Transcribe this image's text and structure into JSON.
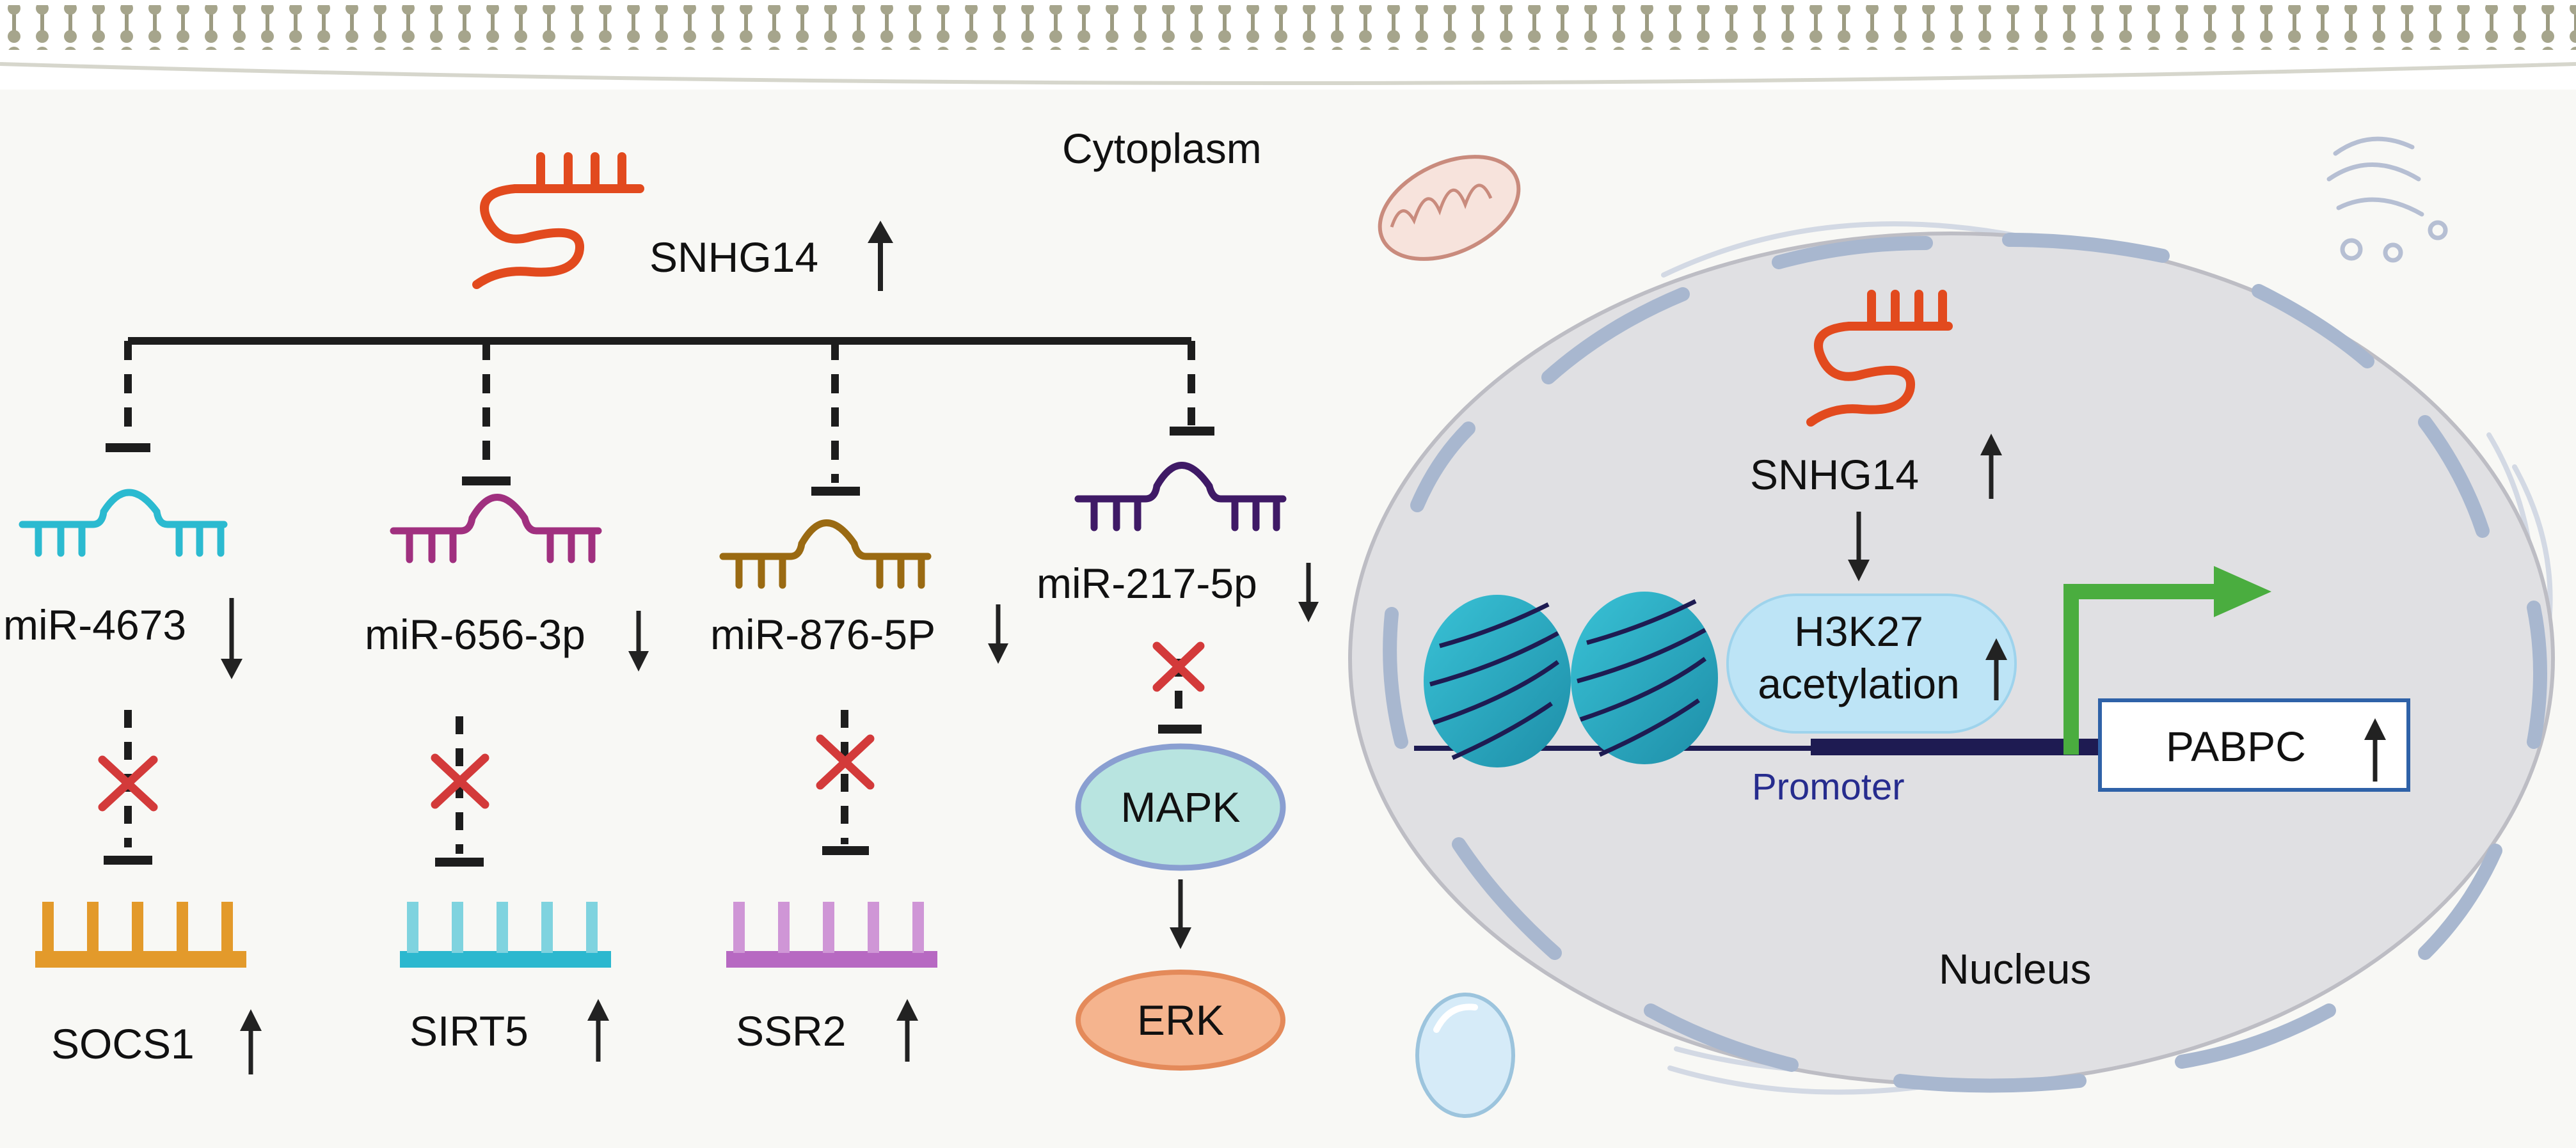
{
  "compartments": {
    "cytoplasm": "Cytoplasm",
    "nucleus": "Nucleus"
  },
  "cytoplasm_pathway": {
    "lncrna": "SNHG14",
    "mirnas": [
      {
        "label": "miR-4673",
        "target": "SOCS1",
        "color": "#2bbad0",
        "target_color": "#e39a2b"
      },
      {
        "label": "miR-656-3p",
        "target": "SIRT5",
        "color": "#a0307f",
        "target_color": "#2cb8cf"
      },
      {
        "label": "miR-876-5P",
        "target": "SSR2",
        "color": "#9a6a12",
        "target_color": "#b769c2"
      },
      {
        "label": "miR-217-5p",
        "color": "#3f1a66"
      }
    ],
    "mapk": "MAPK",
    "erk": "ERK"
  },
  "nucleus_pathway": {
    "lncrna": "SNHG14",
    "h3k27_line1": "H3K27",
    "h3k27_line2": "acetylation",
    "promoter": "Promoter",
    "gene": "PABPC"
  },
  "colors": {
    "lncrna": "#e24a1e",
    "inhibition_cross": "#d33a3a",
    "transcription_arrow": "#4aad3f",
    "promoter_dna": "#1e1b52",
    "mapk_fill": "#b8e4e0",
    "mapk_stroke": "#8a9fd1",
    "erk_fill": "#f5b48e",
    "nucleus_fill": "#e0e0e3",
    "nuclear_pores": "#a8b7cf",
    "nucleosome": "#3cb2c6",
    "h3k27_fill": "#bde4f6",
    "gene_box_stroke": "#2f62a8"
  }
}
